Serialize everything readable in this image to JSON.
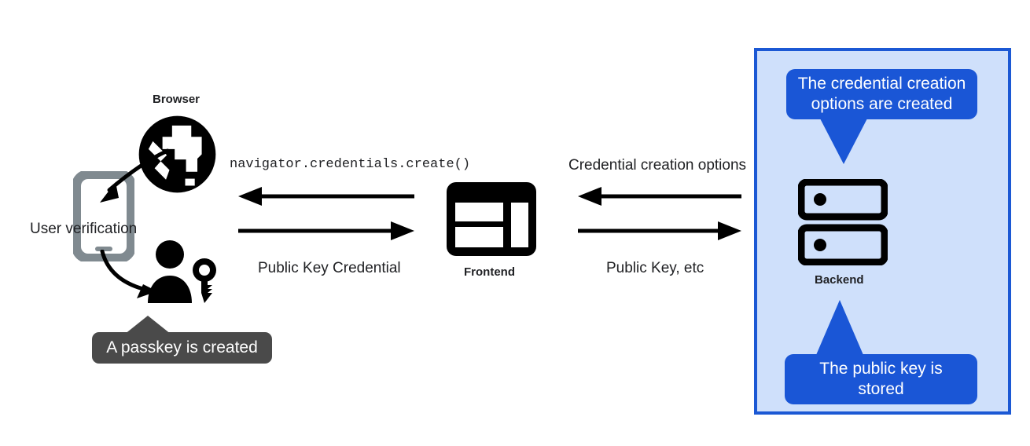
{
  "diagram": {
    "title_implied": "WebAuthn passkey registration flow",
    "nodes": {
      "browser": {
        "label": "Browser",
        "icon": "globe-icon"
      },
      "frontend": {
        "label": "Frontend",
        "icon": "dashboard-layout-icon"
      },
      "backend": {
        "label": "Backend",
        "icon": "server-rack-icon"
      },
      "device": {
        "icon": "mobile-phone-icon",
        "label": "User verification"
      },
      "user": {
        "icon": "user-with-key-icon"
      }
    },
    "flows": [
      {
        "name": "browser-frontend",
        "top_label": "navigator.credentials.create()",
        "top_label_style": "monospace",
        "top_direction": "left",
        "bottom_label": "Public Key Credential",
        "bottom_direction": "right"
      },
      {
        "name": "frontend-backend",
        "top_label": "Credential creation options",
        "top_label_style": "sans",
        "top_direction": "left",
        "bottom_label": "Public Key, etc",
        "bottom_direction": "right"
      }
    ],
    "callouts": [
      {
        "name": "credential-options-callout",
        "line1": "The credential creation",
        "line2": "options are created",
        "color": "#1a56d6",
        "tail": "down"
      },
      {
        "name": "public-key-stored-callout",
        "line1": "The public key is",
        "line2": "stored",
        "color": "#1a56d6",
        "tail": "up"
      },
      {
        "name": "passkey-created-tooltip",
        "line1": "A passkey is created",
        "line2": "",
        "color": "#4a4a4a",
        "tail": "up"
      }
    ],
    "annotations": [
      {
        "name": "user-verification-label",
        "text": "User verification"
      }
    ],
    "colors": {
      "panel_fill": "#cfe0fb",
      "panel_border": "#1b58d4",
      "callout_blue": "#1a56d6",
      "tooltip_gray": "#4a4a4a",
      "icon_black": "#000000",
      "device_gray": "#808a90",
      "text": "#202124",
      "background": "#ffffff"
    }
  }
}
